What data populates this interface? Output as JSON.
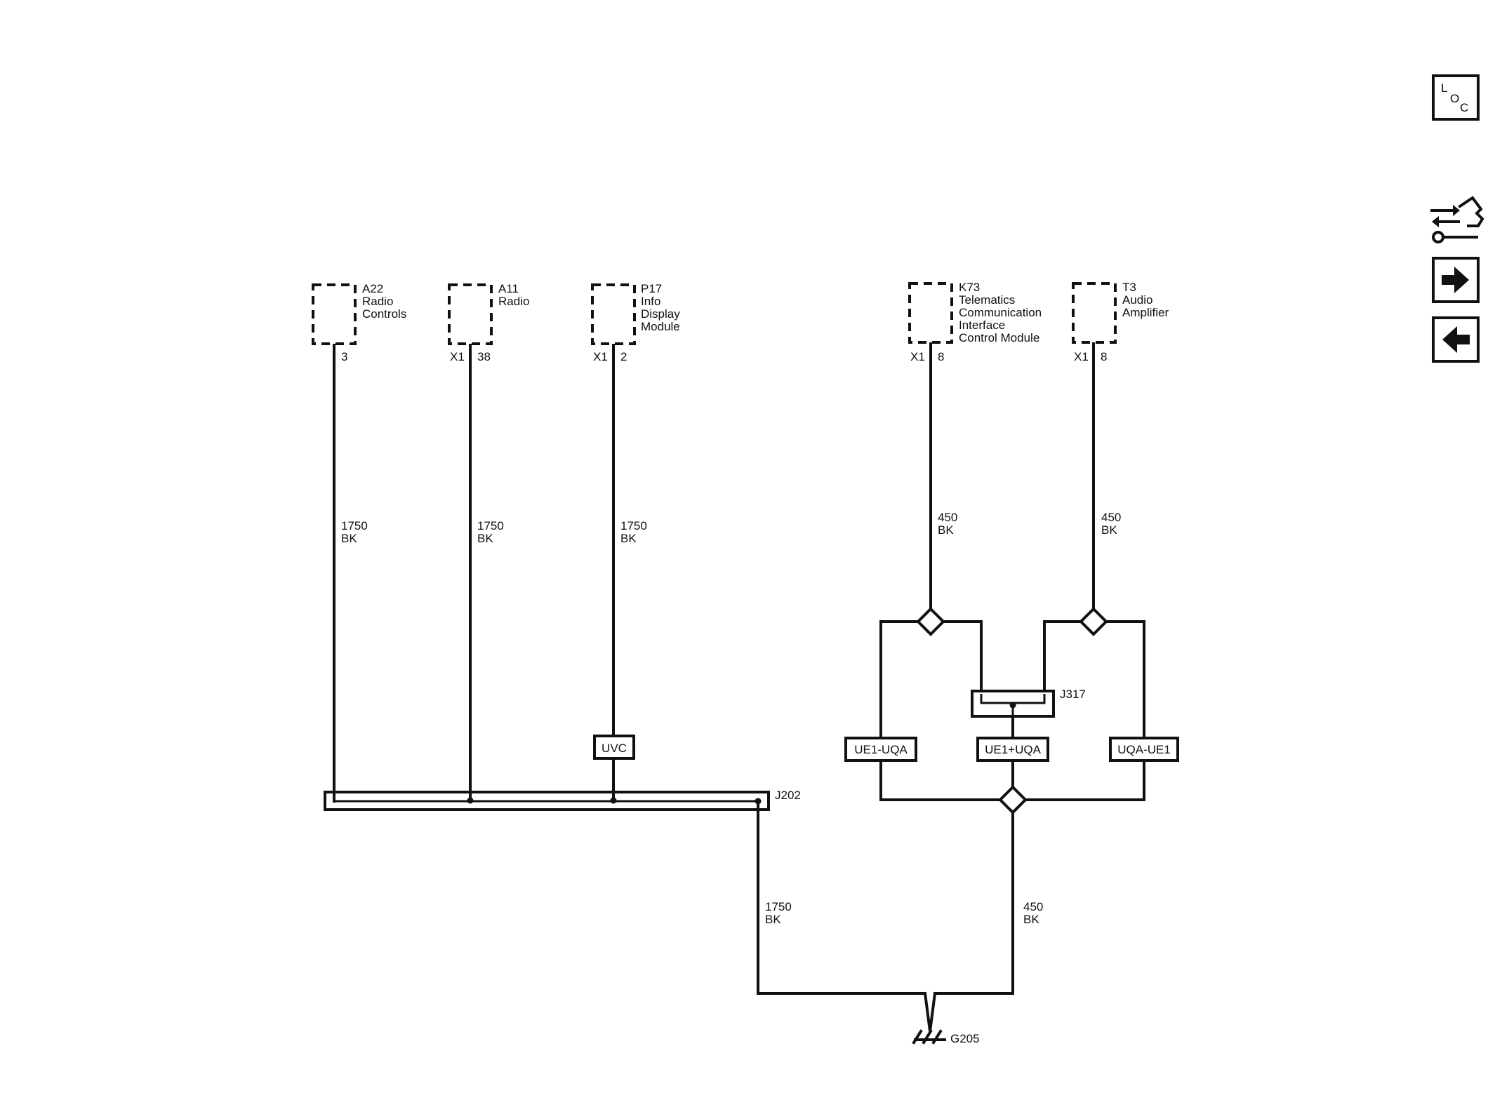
{
  "components": {
    "a22": {
      "ref": "A22",
      "line1": "Radio",
      "line2": "Controls",
      "pin": "3"
    },
    "a11": {
      "ref": "A11",
      "line1": "Radio",
      "connector": "X1",
      "pin": "38"
    },
    "p17": {
      "ref": "P17",
      "line1": "Info",
      "line2": "Display",
      "line3": "Module",
      "connector": "X1",
      "pin": "2"
    },
    "k73": {
      "ref": "K73",
      "line1": "Telematics",
      "line2": "Communication",
      "line3": "Interface",
      "line4": "Control Module",
      "connector": "X1",
      "pin": "8"
    },
    "t3": {
      "ref": "T3",
      "line1": "Audio",
      "line2": "Amplifier",
      "connector": "X1",
      "pin": "8"
    }
  },
  "wires": {
    "a22": {
      "circuit": "1750",
      "color": "BK"
    },
    "a11": {
      "circuit": "1750",
      "color": "BK"
    },
    "p17": {
      "circuit": "1750",
      "color": "BK"
    },
    "k73": {
      "circuit": "450",
      "color": "BK"
    },
    "t3": {
      "circuit": "450",
      "color": "BK"
    },
    "j202_ground": {
      "circuit": "1750",
      "color": "BK"
    },
    "splice_ground": {
      "circuit": "450",
      "color": "BK"
    }
  },
  "options": {
    "uvc": "UVC",
    "ue1_minus_uqa": "UE1-UQA",
    "ue1_plus_uqa": "UE1+UQA",
    "uqa_minus_ue1": "UQA-UE1"
  },
  "splices": {
    "j202": "J202",
    "j317": "J317"
  },
  "ground": {
    "label": "G205"
  },
  "toolbar": {
    "loc_l": "L",
    "loc_o": "O",
    "loc_c": "C"
  }
}
